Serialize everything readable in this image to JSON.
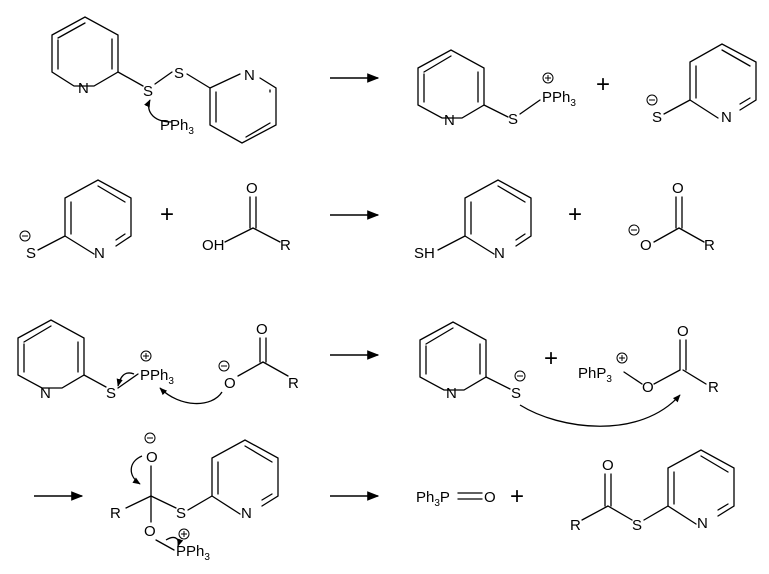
{
  "atoms": {
    "N": "N",
    "S": "S",
    "SH": "SH",
    "O": "O",
    "OH": "OH",
    "R": "R",
    "P": "P"
  },
  "labels": {
    "PPh": "PPh",
    "PhP": "PhP",
    "Ph": "Ph",
    "sub3": "3",
    "eq": "="
  },
  "symbols": {
    "plus": "+",
    "minus": "−"
  }
}
